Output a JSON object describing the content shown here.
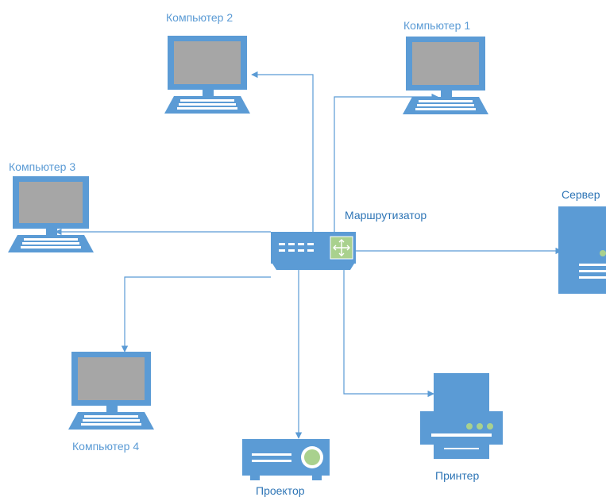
{
  "colors": {
    "device_blue": "#5b9bd5",
    "screen_gray": "#a6a6a6",
    "router_green": "#a9d18e",
    "connector": "#5b9bd5",
    "label_blue": "#5b9bd5",
    "label_dark": "#2e75b6",
    "white": "#ffffff"
  },
  "nodes": {
    "computer1": {
      "label": "Компьютер 1",
      "icon": "desktop-computer-icon"
    },
    "computer2": {
      "label": "Компьютер 2",
      "icon": "desktop-computer-icon"
    },
    "computer3": {
      "label": "Компьютер 3",
      "icon": "desktop-computer-icon"
    },
    "computer4": {
      "label": "Компьютер 4",
      "icon": "desktop-computer-icon"
    },
    "router": {
      "label": "Маршрутизатор",
      "icon": "router-icon"
    },
    "server": {
      "label": "Сервер",
      "icon": "server-icon"
    },
    "printer": {
      "label": "Принтер",
      "icon": "printer-icon"
    },
    "projector": {
      "label": "Проектор",
      "icon": "projector-icon"
    }
  },
  "connections": [
    {
      "from": "router",
      "to": "computer1"
    },
    {
      "from": "router",
      "to": "computer2"
    },
    {
      "from": "router",
      "to": "computer3"
    },
    {
      "from": "router",
      "to": "computer4"
    },
    {
      "from": "router",
      "to": "server"
    },
    {
      "from": "router",
      "to": "printer"
    },
    {
      "from": "router",
      "to": "projector"
    }
  ]
}
